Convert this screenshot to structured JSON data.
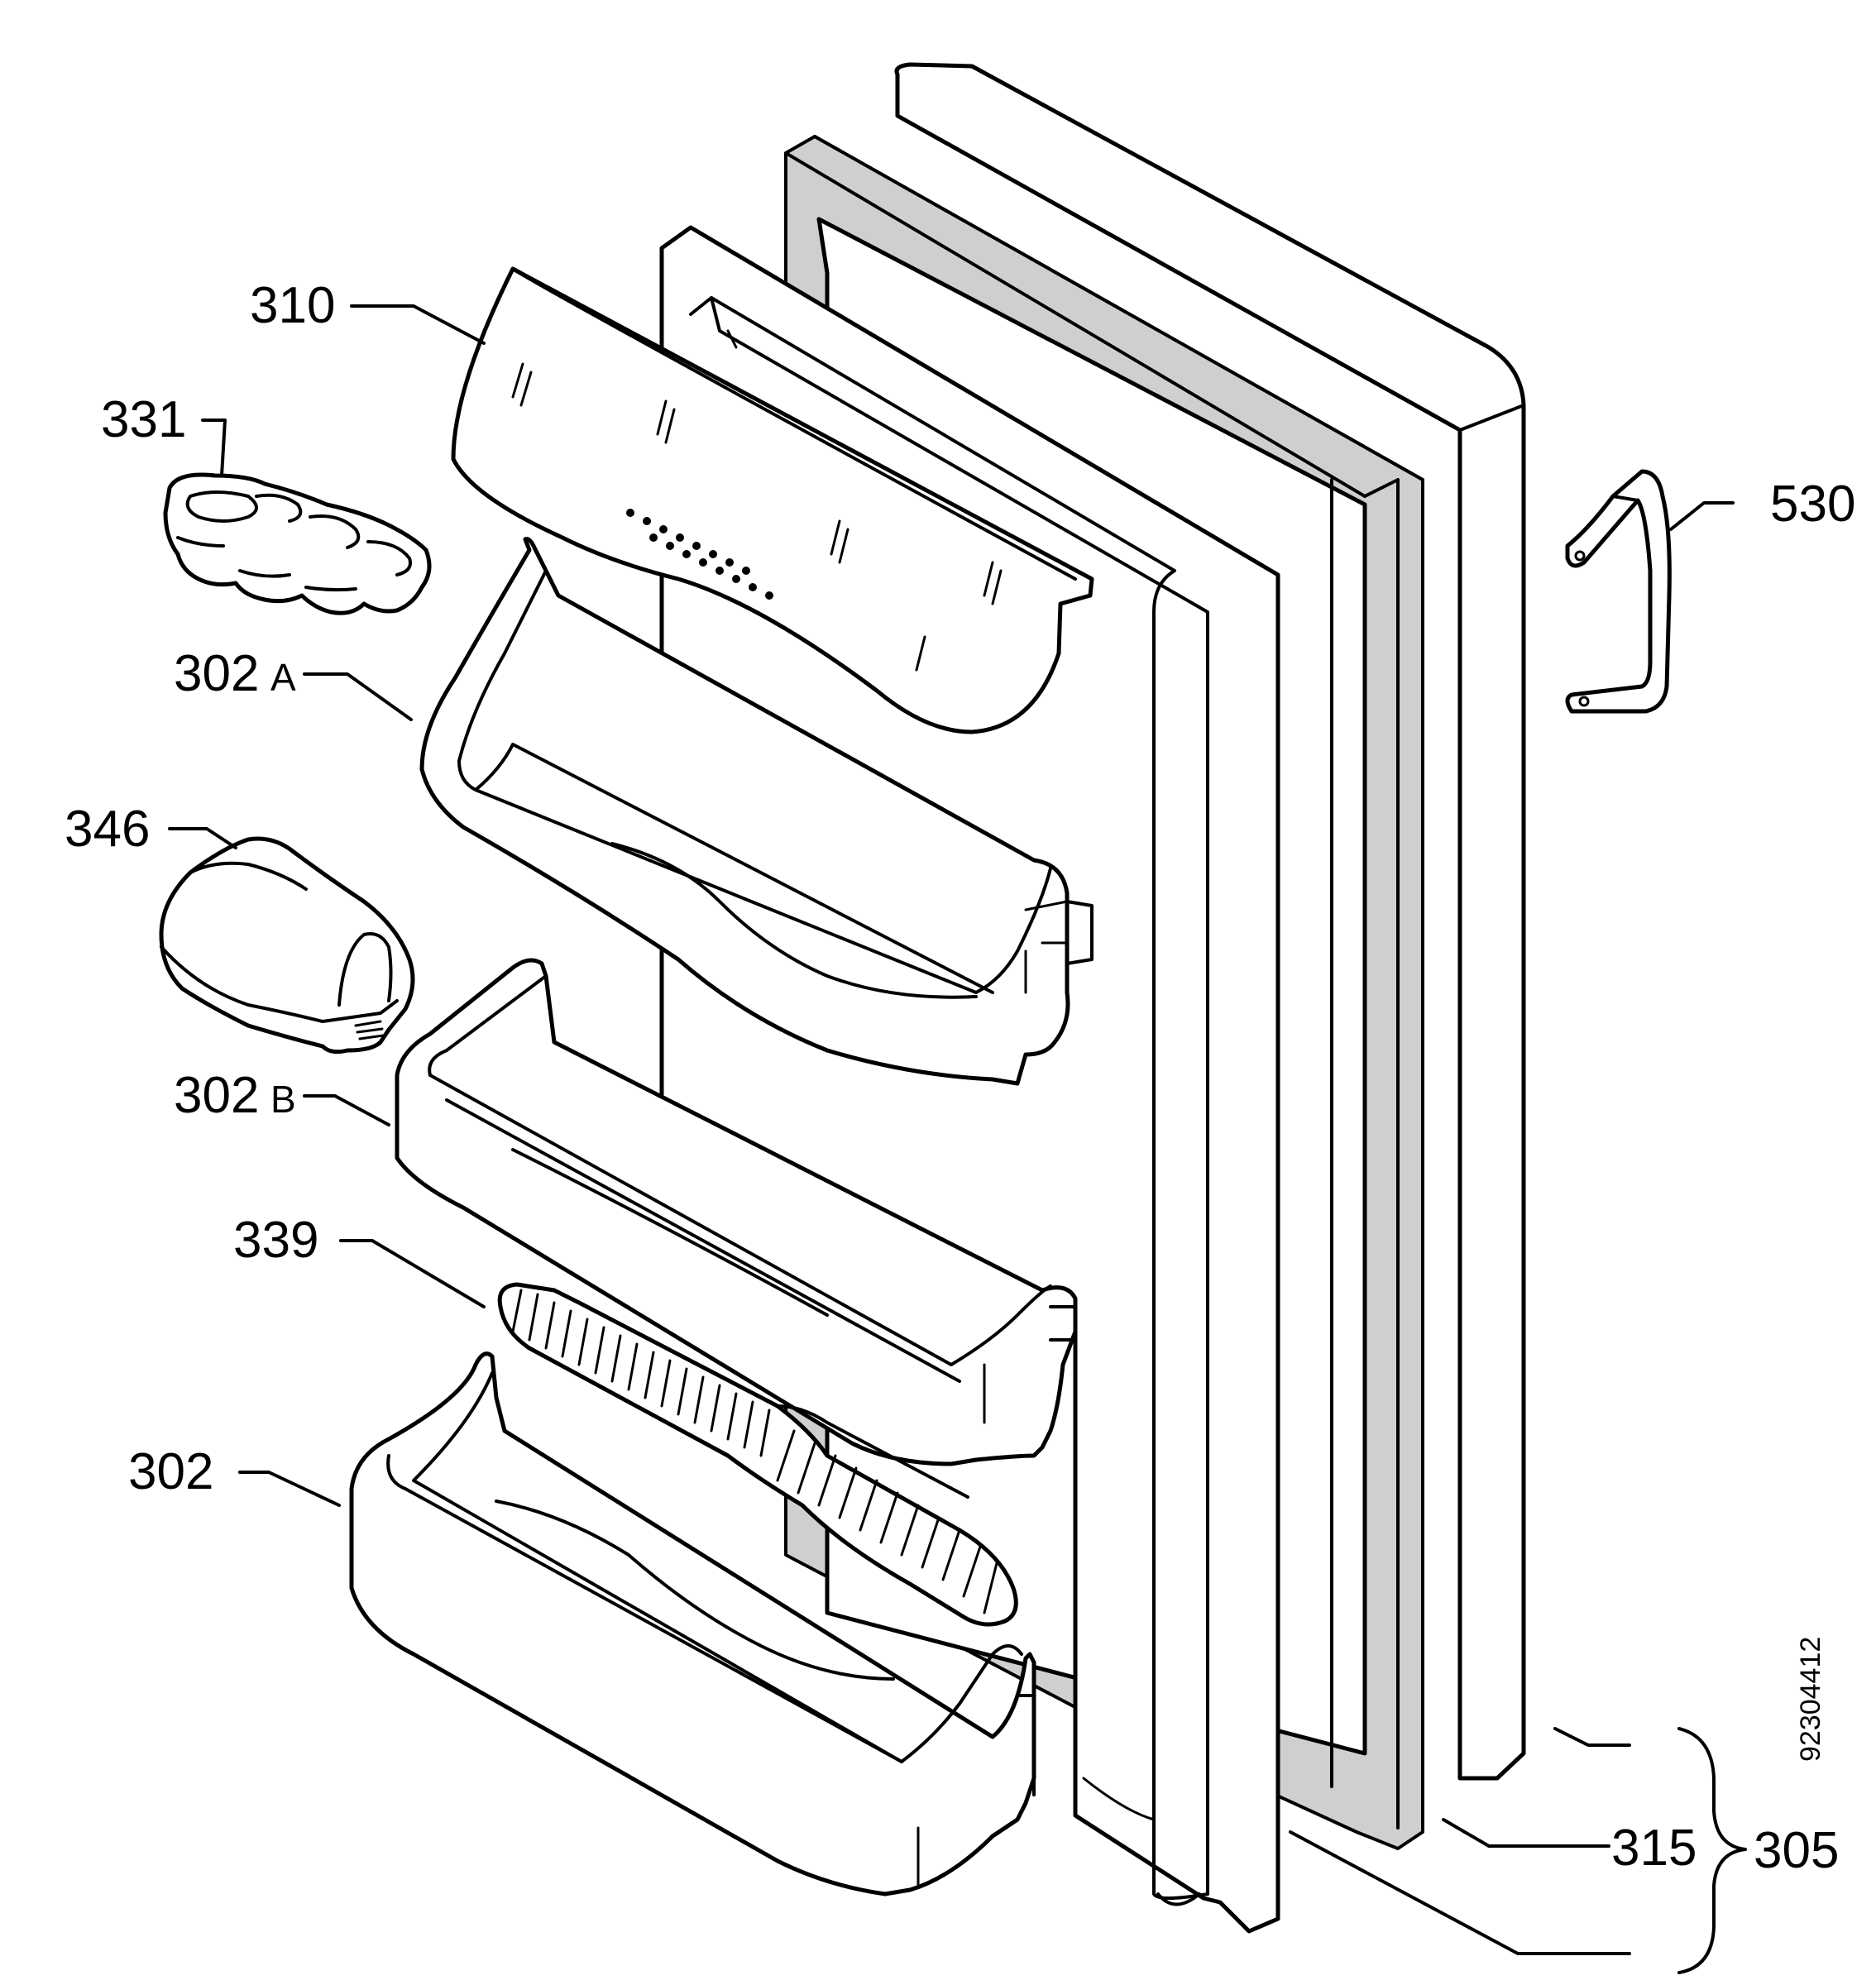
{
  "labels": {
    "l310": "310",
    "l331": "331",
    "l302a_num": "302",
    "l302a_suffix": "A",
    "l346": "346",
    "l302b_num": "302",
    "l302b_suffix": "B",
    "l339": "339",
    "l302": "302",
    "l530": "530",
    "l315": "315",
    "l305": "305"
  },
  "document_id": "92304412"
}
